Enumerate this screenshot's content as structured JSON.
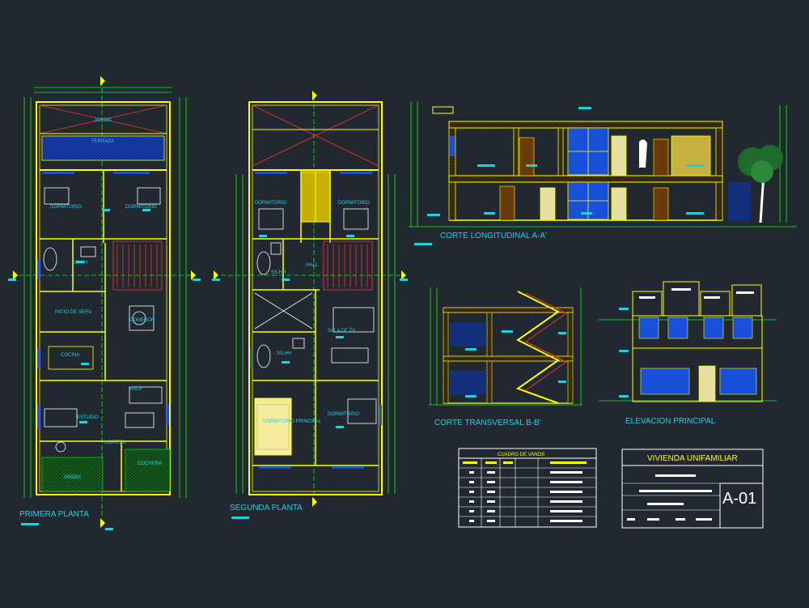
{
  "drawing": {
    "titles": {
      "first_floor": "PRIMERA PLANTA",
      "second_floor": "SEGUNDA PLANTA",
      "long_section": "CORTE LONGITUDINAL A-A'",
      "cross_section": "CORTE TRANSVERSAL B-B'",
      "main_elevation": "ELEVACION PRINCIPAL"
    },
    "first_floor_rooms": {
      "jardin_top": "JARDIN",
      "terraza": "TERRAZA",
      "dormitorio_1": "DORMITORIO",
      "dormitorio_2": "DORMITORIO",
      "ss_hh": "SS.HH",
      "patio": "PATIO DE SERV.",
      "comedor": "COMEDOR",
      "cocina": "COCINA",
      "sala": "SALA",
      "estudio": "ESTUDIO",
      "ingreso": "INGRESO",
      "jardin_bottom": "JARDIN",
      "cochera": "COCHERA"
    },
    "second_floor_rooms": {
      "dormitorio_1": "DORMITORIO",
      "dormitorio_2": "DORMITORIO",
      "ss_hh_1": "SS.HH",
      "hall": "HALL",
      "sala_tv": "SALA DE TV",
      "ss_hh_2": "SS.HH",
      "dormitorio_principal": "DORMITORIO PRINCIPAL",
      "dormitorio_3": "DORMITORIO"
    },
    "schedule": {
      "title": "CUADRO DE VANOS"
    },
    "title_block": {
      "project": "VIVIENDA UNIFAMILIAR",
      "sheet": "A-01"
    }
  },
  "colors": {
    "background": "#212830",
    "walls": "#ffff00",
    "grid": "#00ff00",
    "text": "#22d0e6",
    "stairs": "#ff3333",
    "glass": "#1a4fd8",
    "hatch": "#3b2a14"
  }
}
